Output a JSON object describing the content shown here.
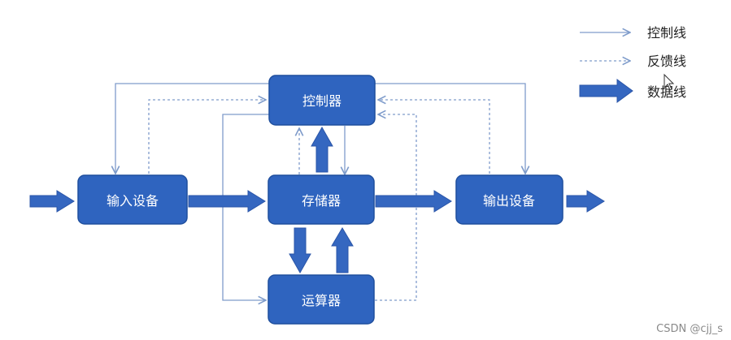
{
  "colors": {
    "box_fill": "#2f64bf",
    "box_stroke": "#1f4f9e",
    "control_line": "#7f9ccb",
    "feedback_line": "#7f9ccb",
    "data_arrow": "#3567c0",
    "box_text": "#ffffff"
  },
  "legend": {
    "control": "控制线",
    "feedback": "反馈线",
    "data": "数据线"
  },
  "nodes": {
    "controller": "控制器",
    "input": "输入设备",
    "memory": "存储器",
    "output": "输出设备",
    "alu": "运算器"
  },
  "watermark": "CSDN @cjj_s"
}
